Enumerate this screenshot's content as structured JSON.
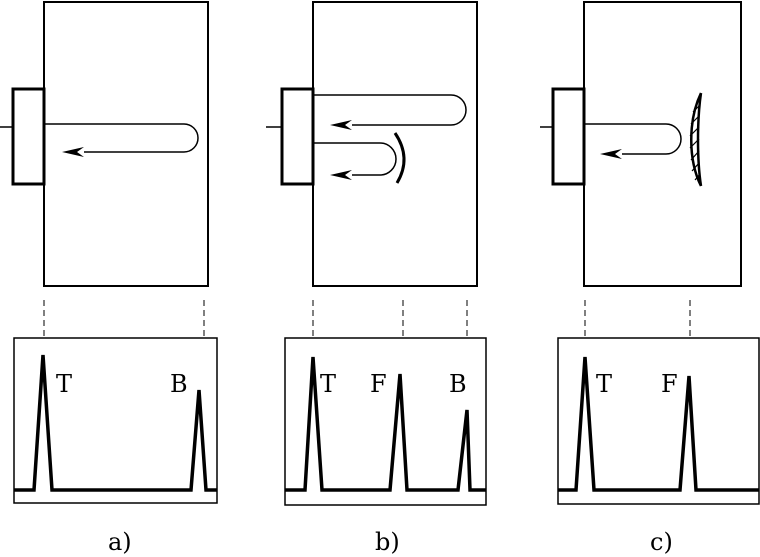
{
  "panels": [
    {
      "id": "a",
      "caption": "a)",
      "peaks": [
        "T",
        "B"
      ]
    },
    {
      "id": "b",
      "caption": "b)",
      "peaks": [
        "T",
        "F",
        "B"
      ]
    },
    {
      "id": "c",
      "caption": "c)",
      "peaks": [
        "T",
        "F"
      ]
    }
  ],
  "colors": {
    "ink": "#000000",
    "background": "#ffffff"
  }
}
